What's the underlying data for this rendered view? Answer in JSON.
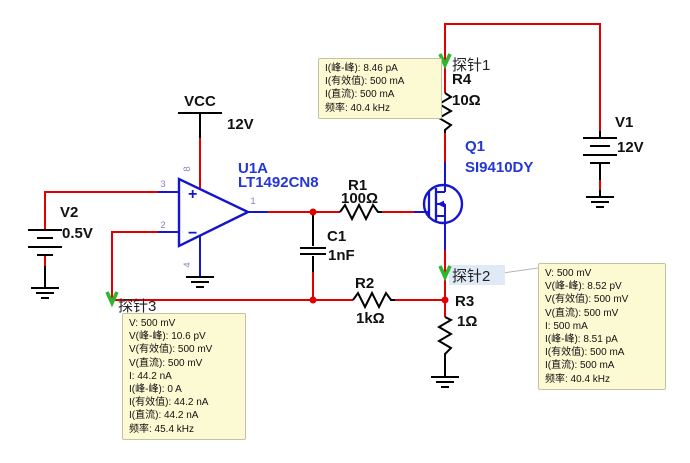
{
  "components": {
    "vcc": {
      "label": "VCC",
      "value": "12V"
    },
    "v1": {
      "ref": "V1",
      "value": "12V"
    },
    "v2": {
      "ref": "V2",
      "value": "0.5V"
    },
    "r1": {
      "ref": "R1",
      "value": "100Ω"
    },
    "r2": {
      "ref": "R2",
      "value": "1kΩ"
    },
    "r3": {
      "ref": "R3",
      "value": "1Ω"
    },
    "r4": {
      "ref": "R4",
      "value": "10Ω"
    },
    "c1": {
      "ref": "C1",
      "value": "1nF"
    },
    "q1": {
      "ref": "Q1",
      "part": "SI9410DY"
    },
    "u1a": {
      "ref": "U1A",
      "part": "LT1492CN8",
      "pin_in_plus": "3",
      "pin_in_minus": "2",
      "pin_out": "1",
      "pin_vplus": "8",
      "pin_vminus": "4",
      "plus_sign": "+",
      "minus_sign": "−"
    }
  },
  "probes": {
    "probe1": {
      "label": "探针1",
      "readings": [
        "I(峰-峰): 8.46 pA",
        "I(有效值): 500 mA",
        "I(直流): 500 mA",
        "频率: 40.4 kHz"
      ]
    },
    "probe2": {
      "label": "探针2",
      "readings": [
        "V: 500 mV",
        "V(峰-峰): 8.52 pV",
        "V(有效值): 500 mV",
        "V(直流): 500 mV",
        "I: 500 mA",
        "I(峰-峰): 8.51 pA",
        "I(有效值): 500 mA",
        "I(直流): 500 mA",
        "频率: 40.4 kHz"
      ]
    },
    "probe3": {
      "label": "探针3",
      "readings": [
        "V: 500 mV",
        "V(峰-峰): 10.6 pV",
        "V(有效值): 500 mV",
        "V(直流): 500 mV",
        "I: 44.2 nA",
        "I(峰-峰): 0 A",
        "I(有效值): 44.2 nA",
        "I(直流): 44.2 nA",
        "频率: 45.4 kHz"
      ]
    }
  },
  "colors": {
    "wire_red": "#e00000",
    "component_blue": "#1515cd",
    "label_blue": "#2336d8",
    "probe_green": "#2fb52f",
    "tooltip_bg": "#fcfad2"
  }
}
